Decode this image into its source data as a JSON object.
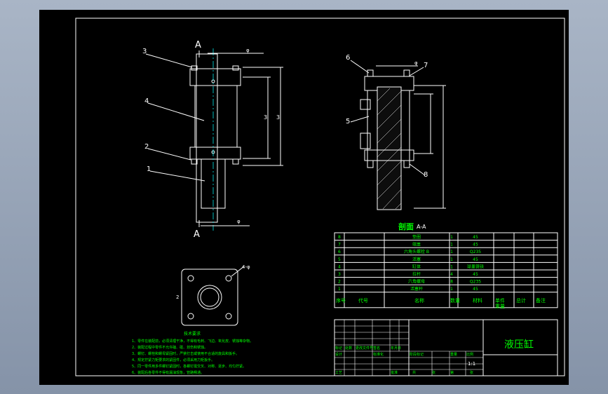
{
  "colors": {
    "background": "#000000",
    "outline": "#ffffff",
    "text": "#00ff00",
    "frame": "#9aa8bd"
  },
  "drawing": {
    "section_title": "剖面",
    "section_letter": "A-A",
    "cut_mark": "A",
    "part_balloons": [
      "3",
      "4",
      "2",
      "1"
    ],
    "section_balloons": [
      "6",
      "7",
      "5",
      "8"
    ],
    "dims": {
      "rod_width": "φ",
      "height1": "3",
      "height2": "3",
      "base": "2",
      "flange": "4-φ"
    },
    "notes_heading": "技术要求",
    "notes": [
      "1、零件在装配前，必须清理干净，不得有毛刺、飞边、氧化皮、锈蚀等杂物。",
      "2、装配过程中零件不允许磕、碰、划伤和锈蚀。",
      "3、螺钉、螺栓和螺母紧固时，严禁打击或使用不合适的旋具和扳手。",
      "4、规定拧紧力矩要求的紧固件，必须采用力矩扳手。",
      "5、同一零件用多件螺钉紧固时，各螺钉需交叉、对称、逐步、均匀拧紧。",
      "6、装配后各零件不得有漏油现象，管路畅通。"
    ]
  },
  "bom": {
    "rows": [
      {
        "no": "8",
        "name": "垫圈",
        "qty": "1",
        "material": "45",
        "note": ""
      },
      {
        "no": "7",
        "name": "端盖",
        "qty": "1",
        "material": "45",
        "note": ""
      },
      {
        "no": "6",
        "name": "六角头螺栓 B",
        "qty": "1",
        "material": "Q235",
        "note": ""
      },
      {
        "no": "5",
        "name": "活塞",
        "qty": "1",
        "material": "45",
        "note": ""
      },
      {
        "no": "4",
        "name": "缸体",
        "qty": "1",
        "material": "球墨铸铁",
        "note": ""
      },
      {
        "no": "3",
        "name": "拉杆",
        "qty": "4",
        "material": "45",
        "note": ""
      },
      {
        "no": "2",
        "name": "六角螺母",
        "qty": "8",
        "material": "Q235",
        "note": ""
      },
      {
        "no": "1",
        "name": "活塞杆",
        "qty": "1",
        "material": "45",
        "note": ""
      }
    ],
    "header": {
      "no": "序号",
      "code": "代号",
      "name": "名称",
      "qty": "数量",
      "material": "材料",
      "single": "单件",
      "total": "总计",
      "weight": "重量",
      "remark": "备注"
    }
  },
  "title_block": {
    "title": "液压缸",
    "scale": "1:1",
    "labels": [
      "标记",
      "处数",
      "分区",
      "更改文件号",
      "签名",
      "年月日",
      "设计",
      "标准化",
      "审核",
      "工艺",
      "批准",
      "阶段标记",
      "重量",
      "比例",
      "共",
      "张",
      "第",
      "张"
    ]
  }
}
